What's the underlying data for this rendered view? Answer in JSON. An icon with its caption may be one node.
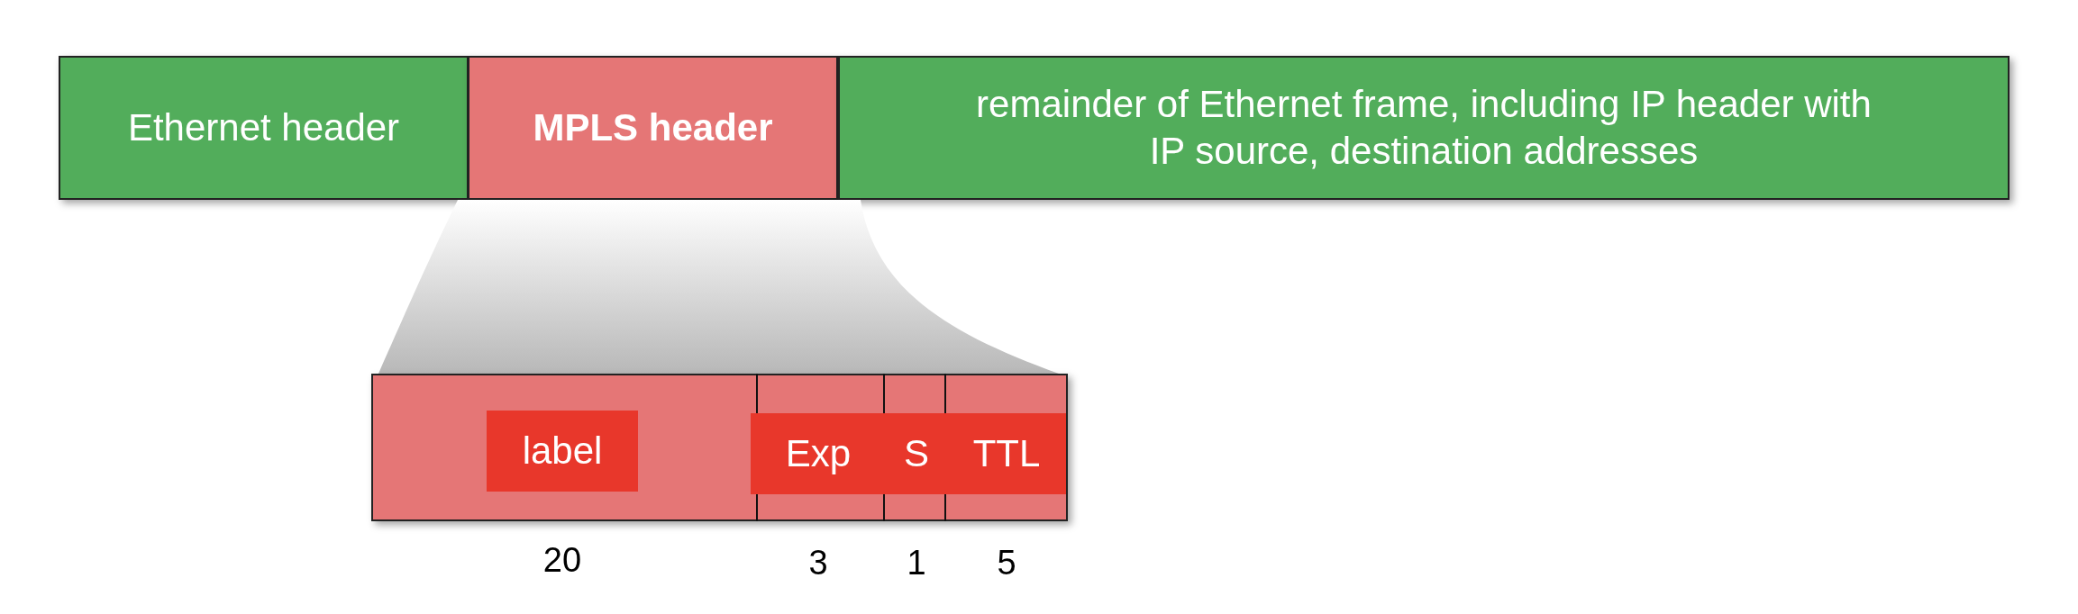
{
  "diagram": {
    "nodes": [
      {
        "text": [
          "Ethernet header"
        ]
      },
      {
        "text": [
          "MPLS header"
        ]
      },
      {
        "text": [
          "remainder of Ethernet frame, including IP header with IP source, destination addresses"
        ]
      },
      {
        "text": [],
        "shape": "wedge"
      },
      {
        "text": [],
        "shape": "box"
      },
      {
        "text": [
          "label"
        ],
        "in": 4,
        "beside": [
          "20"
        ]
      },
      {
        "text": [
          "Exp"
        ],
        "in": 4,
        "beside": [
          "3"
        ]
      },
      {
        "text": [
          "S"
        ],
        "in": 4,
        "beside": [
          "1"
        ]
      },
      {
        "text": [
          "TTL"
        ],
        "in": 4,
        "beside": [
          "5"
        ]
      }
    ]
  }
}
